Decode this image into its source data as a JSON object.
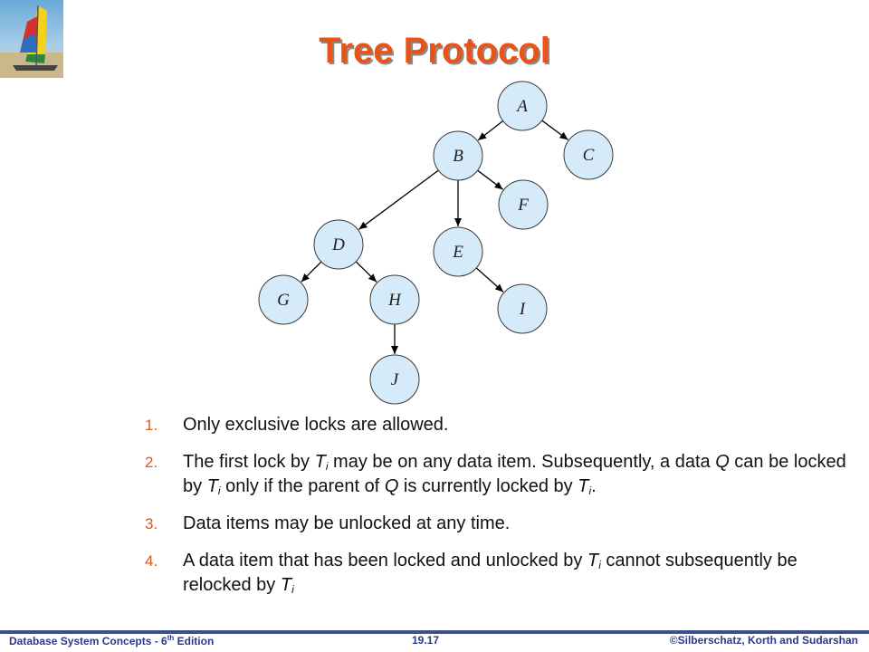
{
  "title": "Tree Protocol",
  "tree": {
    "nodes": [
      "A",
      "B",
      "C",
      "F",
      "D",
      "E",
      "G",
      "H",
      "I",
      "J"
    ],
    "edges": [
      [
        "A",
        "B"
      ],
      [
        "A",
        "C"
      ],
      [
        "B",
        "F"
      ],
      [
        "B",
        "D"
      ],
      [
        "B",
        "E"
      ],
      [
        "D",
        "G"
      ],
      [
        "D",
        "H"
      ],
      [
        "E",
        "I"
      ],
      [
        "H",
        "J"
      ]
    ]
  },
  "points": [
    {
      "num": "1.",
      "parts": [
        {
          "t": "Only exclusive locks are allowed."
        }
      ]
    },
    {
      "num": "2.",
      "parts": [
        {
          "t": "The first lock by "
        },
        {
          "t": "T",
          "i": true
        },
        {
          "t": "i",
          "sub": true
        },
        {
          "t": " may be on any data item. Subsequently, a data "
        },
        {
          "t": "Q",
          "i": true
        },
        {
          "t": " can be locked by "
        },
        {
          "t": "T",
          "i": true
        },
        {
          "t": "i",
          "sub": true
        },
        {
          "t": " only if the parent of "
        },
        {
          "t": "Q",
          "i": true
        },
        {
          "t": " is currently locked by "
        },
        {
          "t": "T",
          "i": true
        },
        {
          "t": "i",
          "sub": true
        },
        {
          "t": "."
        }
      ]
    },
    {
      "num": "3.",
      "parts": [
        {
          "t": "Data items may be unlocked at any time."
        }
      ]
    },
    {
      "num": "4.",
      "parts": [
        {
          "t": "A data item that has been locked and unlocked by "
        },
        {
          "t": "T",
          "i": true
        },
        {
          "t": "i",
          "sub": true
        },
        {
          "t": "  cannot subsequently be relocked by "
        },
        {
          "t": "T",
          "i": true
        },
        {
          "t": "i",
          "sub": true
        }
      ]
    }
  ],
  "footer": {
    "left_main": "Database  System Concepts  - 6",
    "left_sup": "th",
    "left_tail": " Edition",
    "center": "19.17",
    "right": "©Silberschatz, Korth and Sudarshan"
  },
  "colors": {
    "title": "#e8531a",
    "node_fill": "#d6ebf9",
    "edge": "#000000",
    "footer": "#2a3a8a"
  }
}
